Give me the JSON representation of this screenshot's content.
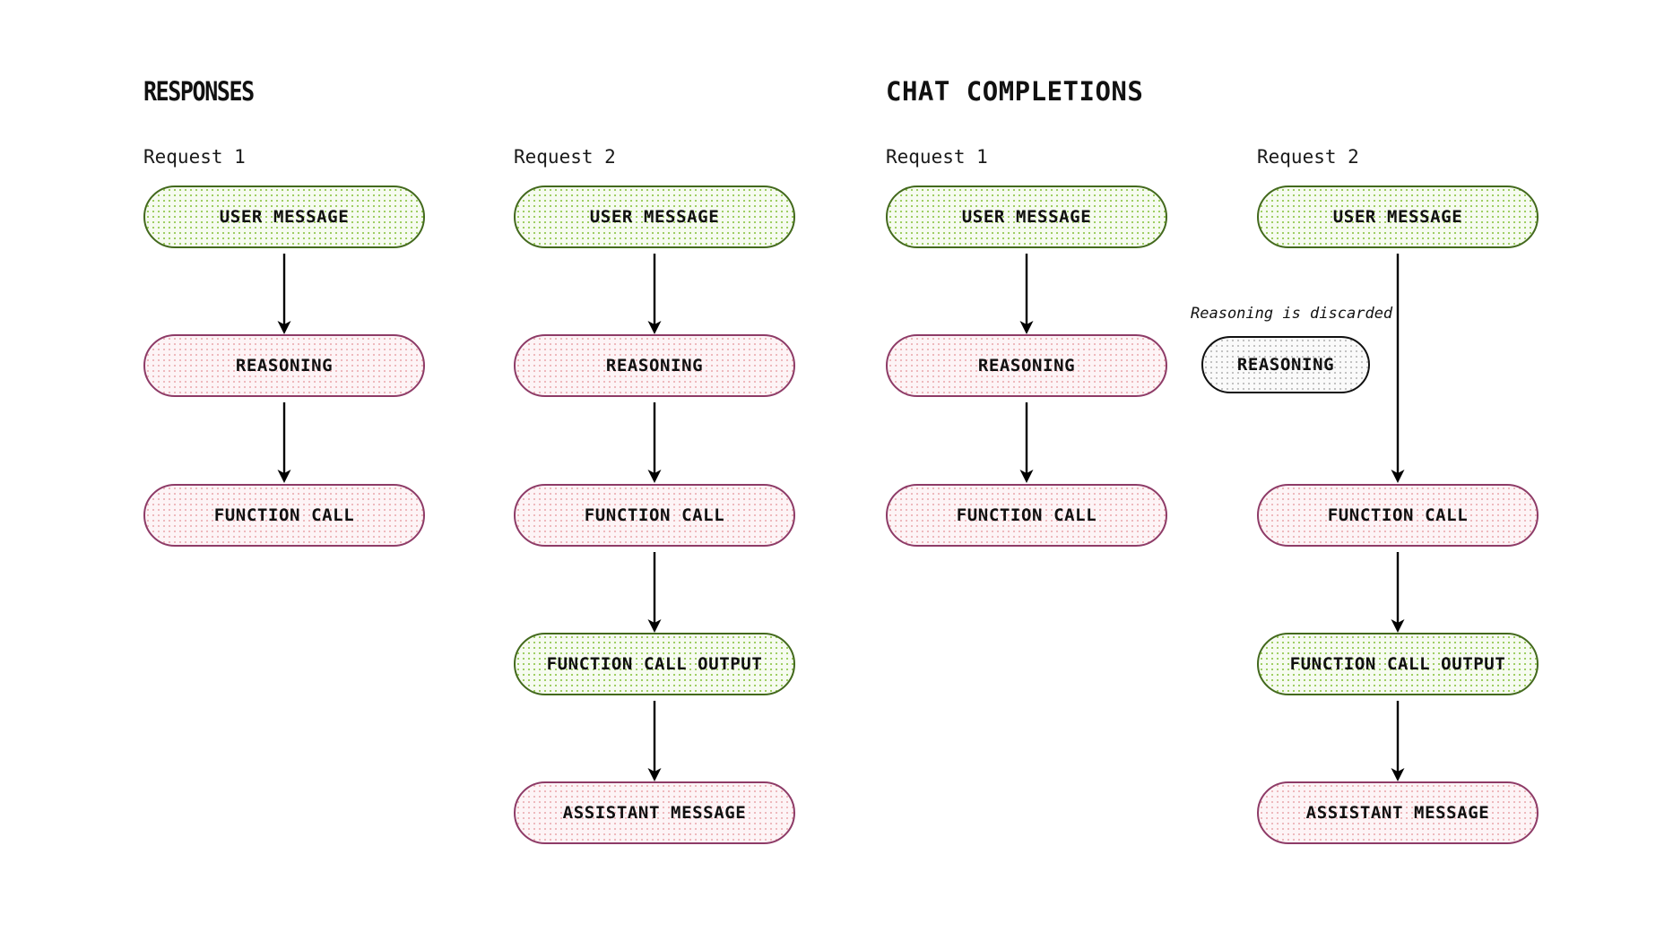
{
  "diagram": {
    "title_responses": "RESPONSES",
    "title_chat_completions": "CHAT COMPLETIONS",
    "note_reasoning_discarded": "Reasoning is discarded",
    "colors": {
      "green_border": "#43691d",
      "green_fill": "#f6fbf0",
      "green_dots": "#9fce63",
      "pink_border": "#8e3b67",
      "pink_fill": "#fdf4f6",
      "pink_dots": "#eeb9bd",
      "muted_border": "#111111",
      "muted_fill": "#fafafa",
      "muted_dots": "#c2c2c2",
      "arrow": "#000000",
      "text": "#111111",
      "background": "#ffffff"
    }
  },
  "columns": {
    "responses_request1": {
      "label": "Request 1",
      "nodes": [
        {
          "text": "USER MESSAGE",
          "kind": "green"
        },
        {
          "text": "REASONING",
          "kind": "pink"
        },
        {
          "text": "FUNCTION CALL",
          "kind": "pink"
        }
      ]
    },
    "responses_request2": {
      "label": "Request 2",
      "nodes": [
        {
          "text": "USER MESSAGE",
          "kind": "green"
        },
        {
          "text": "REASONING",
          "kind": "pink"
        },
        {
          "text": "FUNCTION CALL",
          "kind": "pink"
        },
        {
          "text": "FUNCTION CALL OUTPUT",
          "kind": "green"
        },
        {
          "text": "ASSISTANT MESSAGE",
          "kind": "pink"
        }
      ]
    },
    "chat_request1": {
      "label": "Request 1",
      "nodes": [
        {
          "text": "USER MESSAGE",
          "kind": "green"
        },
        {
          "text": "REASONING",
          "kind": "pink"
        },
        {
          "text": "FUNCTION CALL",
          "kind": "pink"
        }
      ]
    },
    "chat_request2": {
      "label": "Request 2",
      "nodes": [
        {
          "text": "USER MESSAGE",
          "kind": "green"
        },
        {
          "text": "REASONING",
          "kind": "muted"
        },
        {
          "text": "FUNCTION CALL",
          "kind": "pink"
        },
        {
          "text": "FUNCTION CALL OUTPUT",
          "kind": "green"
        },
        {
          "text": "ASSISTANT MESSAGE",
          "kind": "pink"
        }
      ]
    }
  }
}
